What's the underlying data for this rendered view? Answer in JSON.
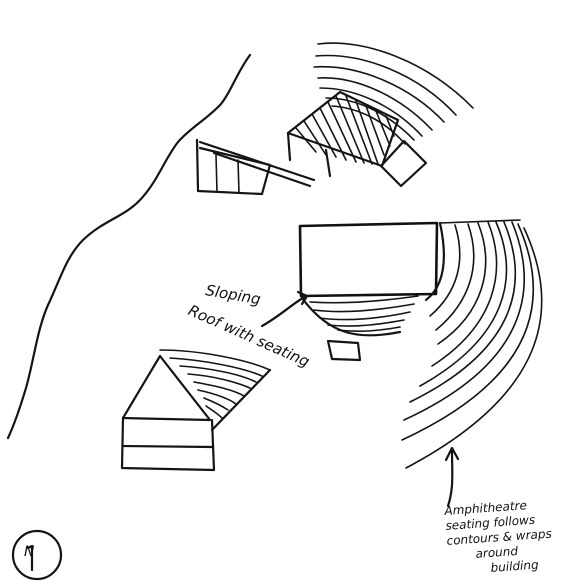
{
  "annotations": {
    "roof_line1": "Sloping",
    "roof_line2": "Roof with seating",
    "amph_line1": "Amphitheatre",
    "amph_line2": "seating follows",
    "amph_line3": "contours & wraps",
    "amph_line4": "around",
    "amph_line5": "building"
  },
  "north_arrow": {
    "label": "N",
    "icon": "north-arrow-icon"
  },
  "colors": {
    "ink": "#141414",
    "paper": "#ffffff"
  }
}
